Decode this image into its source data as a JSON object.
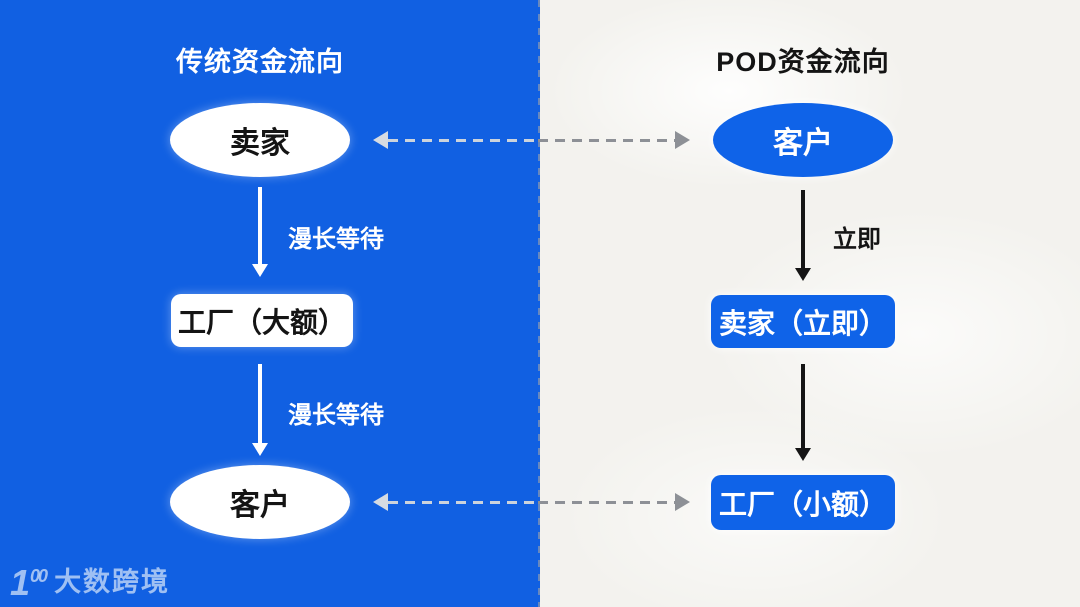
{
  "left_panel": {
    "title": "传统资金流向",
    "nodes": [
      {
        "label": "卖家",
        "shape": "ellipse"
      },
      {
        "label": "工厂（大额）",
        "shape": "rect"
      },
      {
        "label": "客户",
        "shape": "ellipse"
      }
    ],
    "edge_labels": [
      "漫长等待",
      "漫长等待"
    ]
  },
  "right_panel": {
    "title": "POD资金流向",
    "nodes": [
      {
        "label": "客户",
        "shape": "ellipse"
      },
      {
        "label": "卖家（立即）",
        "shape": "rect"
      },
      {
        "label": "工厂（小额）",
        "shape": "rect"
      }
    ],
    "edge_labels": [
      "立即"
    ]
  },
  "connectors": [
    {
      "between": "卖家 ↔ 客户",
      "style": "dashed-double-arrow"
    },
    {
      "between": "客户 ↔ 工厂（小额）",
      "style": "dashed-double-arrow"
    }
  ],
  "watermark": {
    "logo_one": "1",
    "logo_sup": "00",
    "text": "大数跨境"
  },
  "colors": {
    "left_bg": "#1160e2",
    "right_bg": "#f3f2ee",
    "node_blue": "#0f63e8",
    "node_white": "#ffffff",
    "dash_gray": "#8d9096",
    "dash_light": "#ccd3dc"
  }
}
